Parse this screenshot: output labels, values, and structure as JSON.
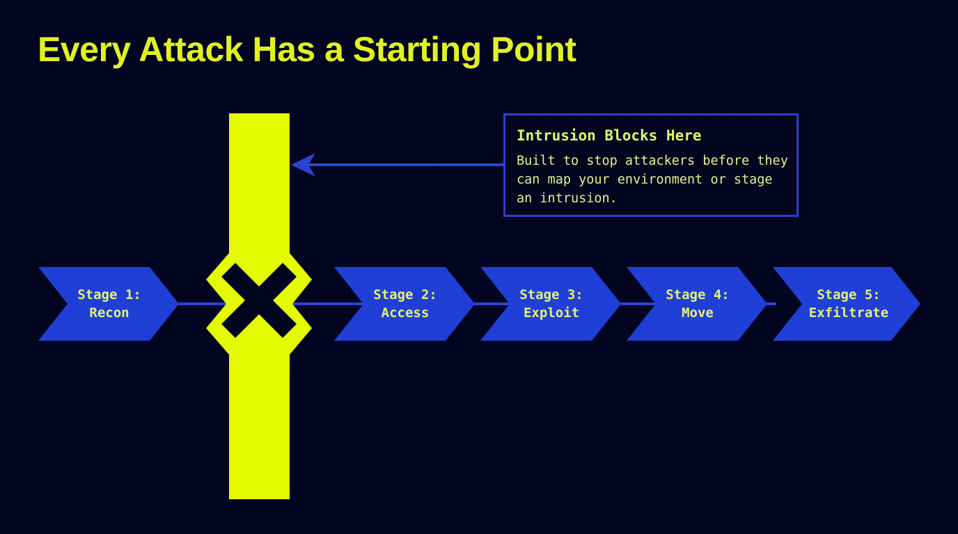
{
  "title": "Every Attack Has a Starting Point",
  "callout": {
    "title": "Intrusion Blocks Here",
    "body": "Built to stop attackers before they can map your environment or stage an intrusion.",
    "arrow_icon": "arrow-left-icon"
  },
  "barrier": {
    "icon": "x-block-icon",
    "color": "#e5fb00"
  },
  "stages": [
    {
      "line1": "Stage 1:",
      "line2": "Recon"
    },
    {
      "line1": "Stage 2:",
      "line2": "Access"
    },
    {
      "line1": "Stage 3:",
      "line2": "Exploit"
    },
    {
      "line1": "Stage 4:",
      "line2": "Move"
    },
    {
      "line1": "Stage 5:",
      "line2": "Exfiltrate"
    }
  ],
  "colors": {
    "background": "#020520",
    "accent_yellow": "#e5fb00",
    "stage_blue": "#1f3fd6",
    "line_blue": "#2a44d4",
    "text_yellow": "#e6f07a"
  }
}
